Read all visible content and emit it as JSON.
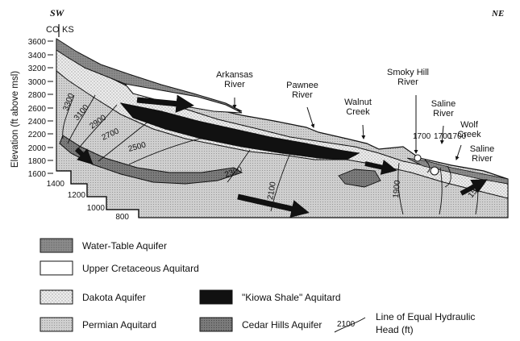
{
  "orientation": {
    "left": "SW",
    "right": "NE"
  },
  "states": {
    "left": "CO",
    "right": "KS"
  },
  "y_axis": {
    "label": "Elevation (ft above msl)",
    "ticks": [
      "3600",
      "3400",
      "3200",
      "3000",
      "2800",
      "2600",
      "2400",
      "2200",
      "2000",
      "1800",
      "1600"
    ]
  },
  "step_labels": [
    "1400",
    "1200",
    "1000",
    "800"
  ],
  "features": [
    {
      "id": "arkansas",
      "line1": "Arkansas",
      "line2": "River"
    },
    {
      "id": "pawnee",
      "line1": "Pawnee",
      "line2": "River"
    },
    {
      "id": "walnut",
      "line1": "Walnut",
      "line2": "Creek"
    },
    {
      "id": "smoky",
      "line1": "Smoky Hill",
      "line2": "River"
    },
    {
      "id": "saline1",
      "line1": "Saline",
      "line2": "River"
    },
    {
      "id": "wolf",
      "line1": "Wolf",
      "line2": "Creek"
    },
    {
      "id": "saline2",
      "line1": "Saline",
      "line2": "River"
    }
  ],
  "contours": [
    "3300",
    "3100",
    "2900",
    "2700",
    "2500",
    "2300",
    "2100",
    "1900",
    "1700",
    "1700",
    "1700",
    "1500"
  ],
  "legend": [
    {
      "label": "Water-Table Aquifer",
      "pattern": "water-table"
    },
    {
      "label": "Upper Cretaceous Aquitard",
      "pattern": "cretaceous"
    },
    {
      "label": "Dakota Aquifer",
      "pattern": "dakota"
    },
    {
      "label": "Permian Aquitard",
      "pattern": "permian"
    },
    {
      "label": "\"Kiowa Shale\" Aquitard",
      "pattern": "kiowa"
    },
    {
      "label": "Cedar Hills Aquifer",
      "pattern": "cedar"
    }
  ],
  "head_legend": {
    "sample": "2100",
    "line1": "Line of Equal Hydraulic",
    "line2": "Head (ft)"
  },
  "colors": {
    "ink": "#111111",
    "water_table": "#8a8a8a",
    "cedar": "#7a7a7a",
    "permian": "#c8c8c8",
    "dakota": "#dedede"
  }
}
